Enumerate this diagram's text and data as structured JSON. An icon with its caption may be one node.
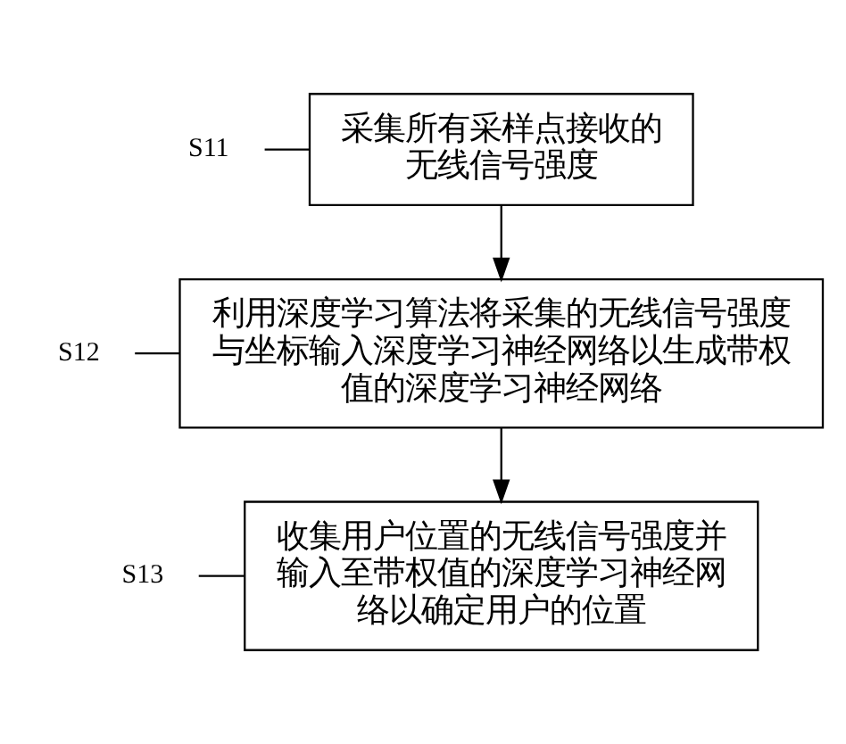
{
  "diagram": {
    "nodes": [
      {
        "text": [
          "采集所有采样点接收的无线信号强度"
        ]
      },
      {
        "text": [
          "S11"
        ]
      },
      {
        "text": [
          "利用深度学习算法将采集的无线信号强度与坐标输入深度学习神经网络以生成带权值的深度学习神经网络"
        ]
      },
      {
        "text": [
          "S12"
        ]
      },
      {
        "text": [
          "收集用户位置的无线信号强度并输入至带权值的深度学习神经网络以确定用户的位置"
        ]
      },
      {
        "text": [
          "S13"
        ]
      }
    ],
    "edges": [
      {
        "from": 0,
        "to": 2,
        "arrow": "to"
      },
      {
        "from": 2,
        "to": 4,
        "arrow": "to"
      },
      {
        "from": 1,
        "to": 0,
        "arrow": "none"
      },
      {
        "from": 3,
        "to": 2,
        "arrow": "none"
      },
      {
        "from": 5,
        "to": 4,
        "arrow": "none"
      }
    ]
  }
}
